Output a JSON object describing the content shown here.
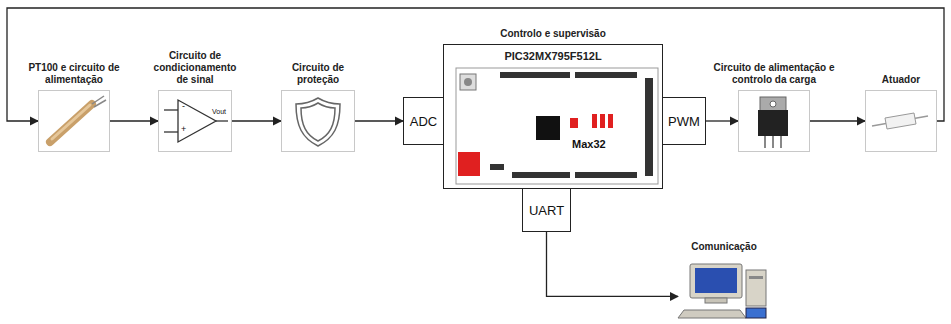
{
  "diagram": {
    "nodes": [
      {
        "text": [
          "PT100 e circuito de alimentação"
        ]
      },
      {
        "text": [
          "Circuito de condicionamento de sinal"
        ]
      },
      {
        "text": [
          "Circuito de proteção"
        ]
      },
      {
        "text": [
          "ADC"
        ]
      },
      {
        "text": [
          "Controlo e supervisão",
          "PIC32MX795F512L"
        ]
      },
      {
        "text": [
          "PWM"
        ]
      },
      {
        "text": [
          "Circuito de alimentação e controlo da carga"
        ]
      },
      {
        "text": [
          "Atuador"
        ]
      },
      {
        "text": [
          "UART"
        ]
      },
      {
        "text": [
          "Comunicação"
        ]
      }
    ],
    "edges": [
      {
        "from": 0,
        "to": 1,
        "arrow": "to"
      },
      {
        "from": 1,
        "to": 2,
        "arrow": "to"
      },
      {
        "from": 2,
        "to": 3,
        "arrow": "to"
      },
      {
        "from": 5,
        "to": 6,
        "arrow": "to"
      },
      {
        "from": 6,
        "to": 7,
        "arrow": "to"
      },
      {
        "from": 7,
        "to": 0,
        "arrow": "to"
      },
      {
        "from": 8,
        "to": 9,
        "arrow": "to"
      }
    ],
    "labels": [
      "-",
      "+",
      "Vout",
      "Max32"
    ]
  }
}
